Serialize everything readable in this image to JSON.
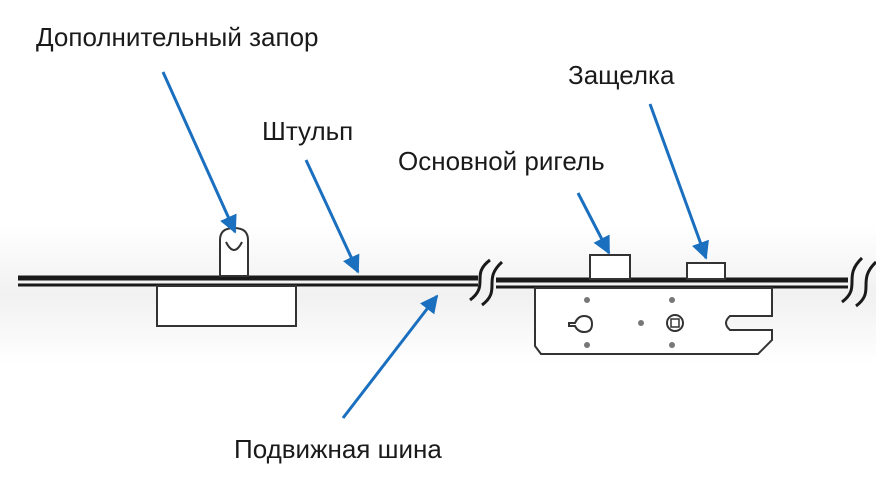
{
  "labels": {
    "extra_lock": "Дополнительный запор",
    "faceplate": "Штульп",
    "main_bolt": "Основной ригель",
    "latch": "Защелка",
    "moving_bar": "Подвижная шина"
  },
  "colors": {
    "arrow": "#1a6fbf",
    "line": "#1a1a1a",
    "part_stroke": "#333333",
    "part_fill": "#ffffff"
  }
}
